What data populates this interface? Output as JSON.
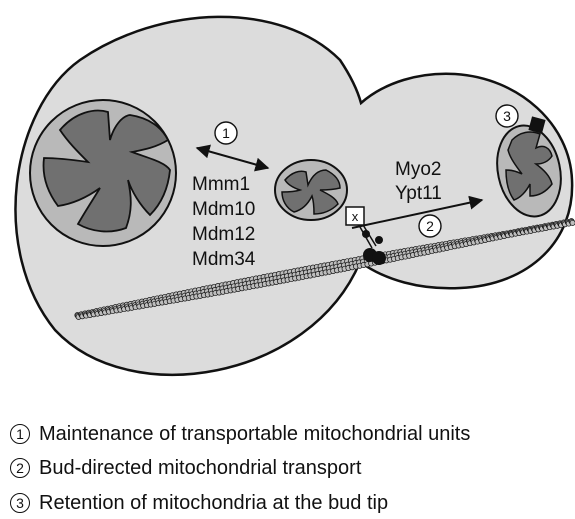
{
  "diagram": {
    "labels": {
      "tether_proteins": [
        "Mmm1",
        "Mdm10",
        "Mdm12",
        "Mdm34"
      ],
      "motor_proteins": [
        "Myo2",
        "Ypt11"
      ],
      "cargo_marker": "x"
    },
    "step_numbers": {
      "maintenance": "1",
      "transport": "2",
      "retention": "3"
    }
  },
  "legend": [
    {
      "number": "1",
      "text": "Maintenance of transportable mitochondrial units"
    },
    {
      "number": "2",
      "text": "Bud-directed mitochondrial transport"
    },
    {
      "number": "3",
      "text": "Retention of mitochondria at the bud tip"
    }
  ],
  "colors": {
    "cell_fill": "#dcdcdc",
    "outline": "#111111",
    "mito_outer": "#b9b9b9",
    "mito_inner": "#707070",
    "actin_bead": "#bdbdbd"
  }
}
